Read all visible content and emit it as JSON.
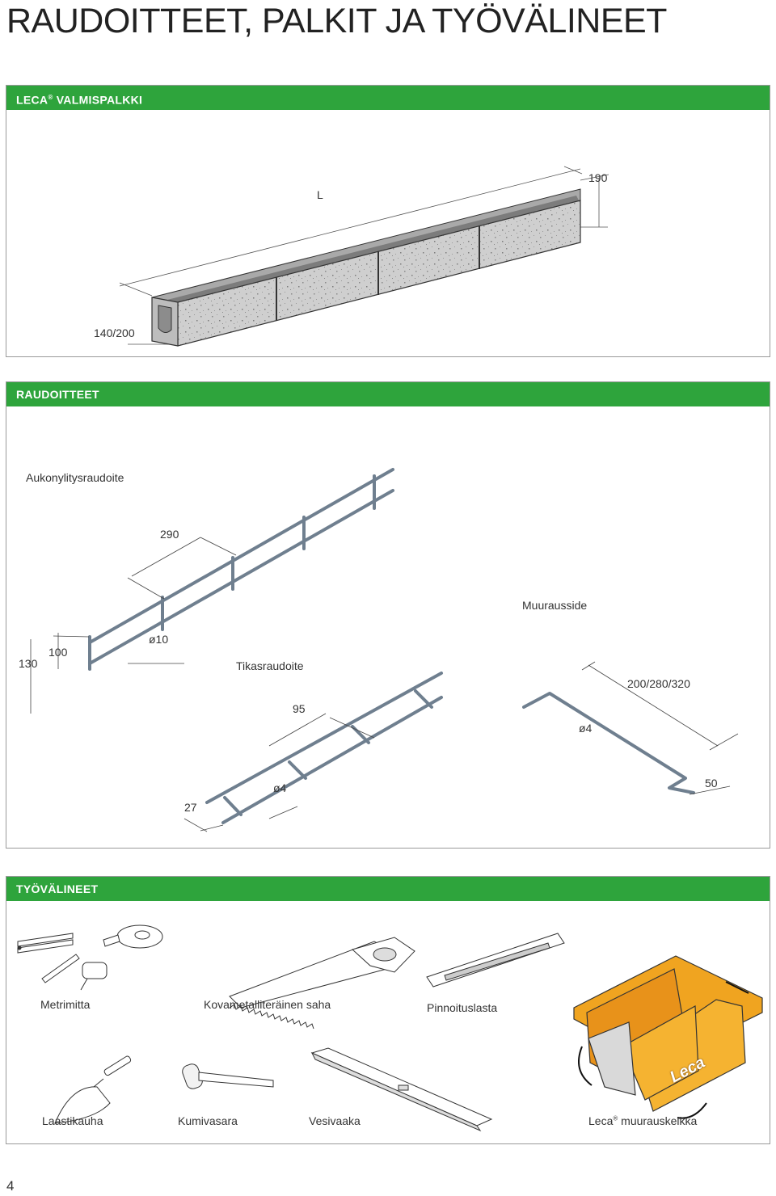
{
  "page": {
    "title": "RAUDOITTEET, PALKIT JA TYÖVÄLINEET",
    "page_number": "4"
  },
  "valmispalkki": {
    "header_brand": "LECA",
    "header_reg": "®",
    "header_rest": " VALMISPALKKI",
    "dim_length": "L",
    "dim_height": "190",
    "dim_width": "140/200"
  },
  "raudoitteet": {
    "header": "RAUDOITTEET",
    "aukonylitys_label": "Aukonylitysraudoite",
    "aukonylitys_spacing": "290",
    "aukonylitys_height_outer": "130",
    "aukonylitys_height_inner": "100",
    "aukonylitys_diameter": "ø10",
    "tikas_label": "Tikasraudoite",
    "tikas_width": "95",
    "tikas_diameter": "ø4",
    "tikas_height": "27",
    "muurausside_label": "Muurausside",
    "muurausside_length": "200/280/320",
    "muurausside_diameter": "ø4",
    "muurausside_hook": "50"
  },
  "tyovalineet": {
    "header": "TYÖVÄLINEET",
    "metrimitta": "Metrimitta",
    "saha": "Kovametalliteräinen saha",
    "pinnoituslasta": "Pinnoituslasta",
    "laastikauha": "Laastikauha",
    "kumivasara": "Kumivasara",
    "vesivaaka": "Vesivaaka",
    "kelkka_brand": "Leca",
    "kelkka_reg": "®",
    "kelkka_rest": " muurauskelkka",
    "kelkka_logo": "Leca"
  },
  "colors": {
    "header_green": "#2ea43c",
    "block_grey": "#c9c9c9",
    "rebar_grey": "#6f7f8f",
    "sledge_orange": "#f0a420"
  }
}
